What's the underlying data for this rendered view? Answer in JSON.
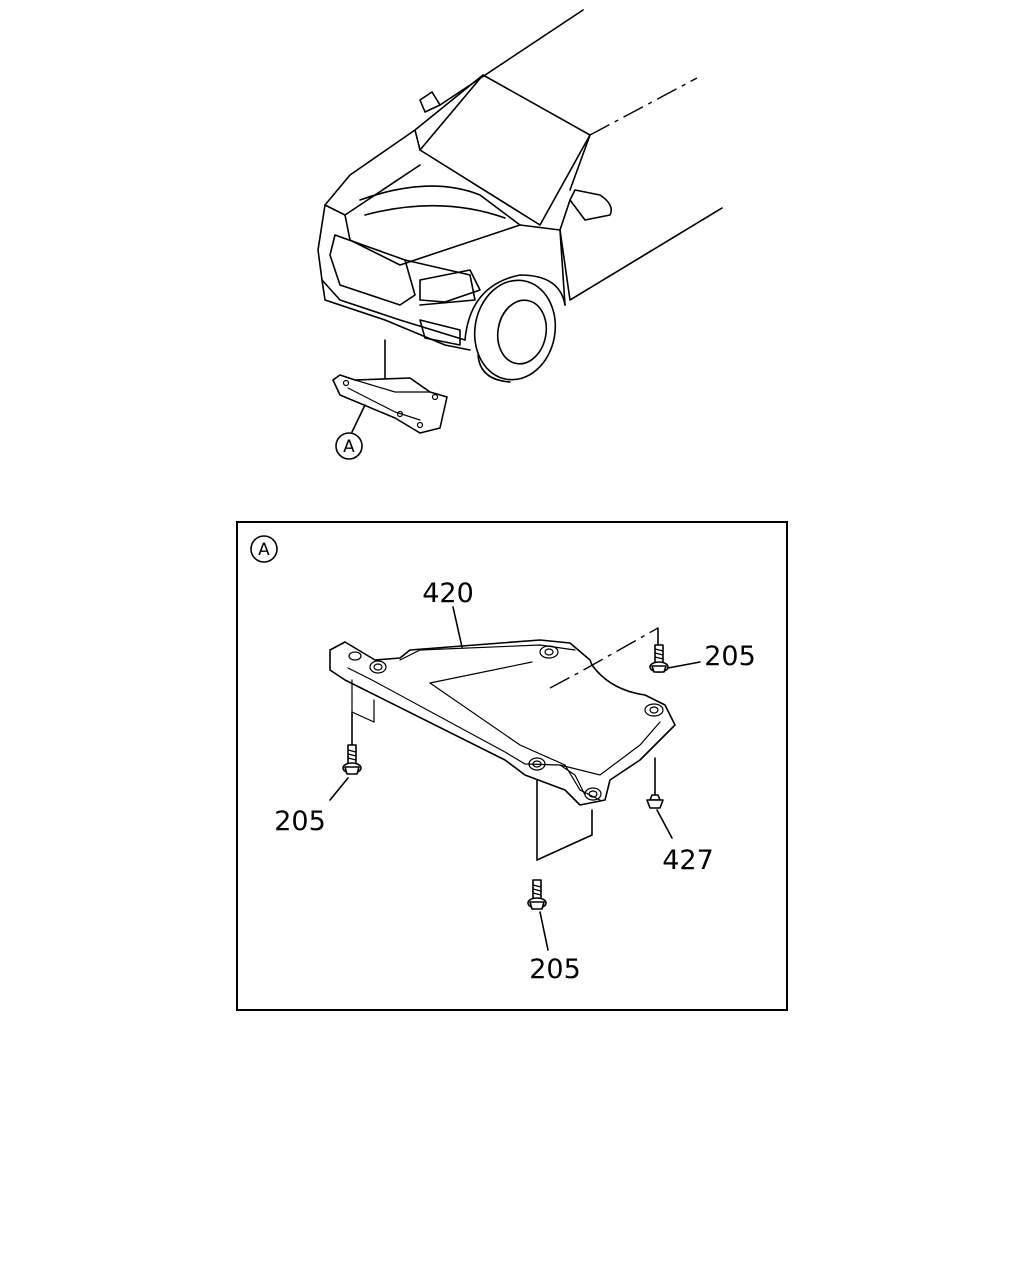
{
  "callouts": {
    "view_marker": "A",
    "detail_marker": "A",
    "part_420": "420",
    "part_205_top_right": "205",
    "part_205_left": "205",
    "part_205_bottom": "205",
    "part_427": "427"
  },
  "colors": {
    "line": "#000000",
    "background": "#ffffff"
  }
}
